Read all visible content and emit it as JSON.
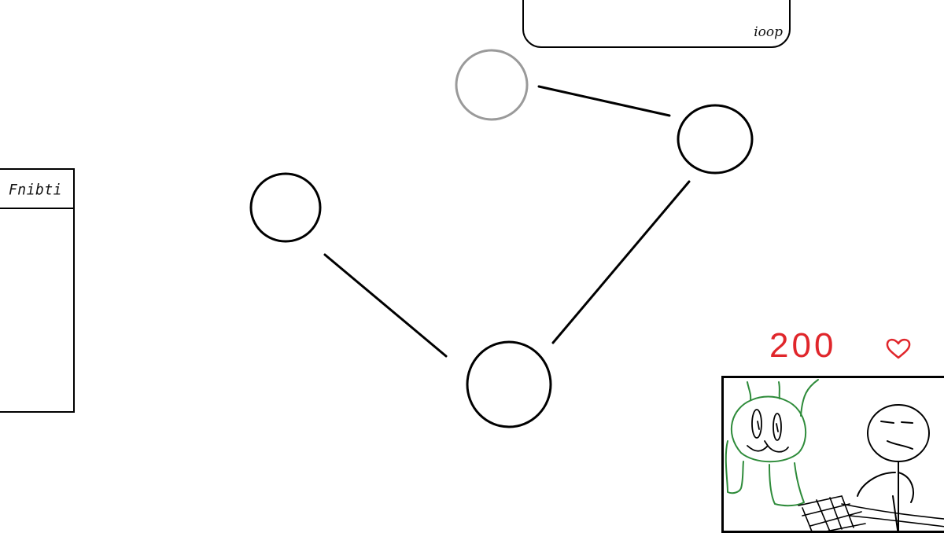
{
  "side_panel": {
    "title": "Fnibti"
  },
  "top_panel": {
    "label": "ioop"
  },
  "score": {
    "value": "200"
  },
  "icons": {
    "heart": "heart-icon"
  },
  "colors": {
    "score": "#e0262b",
    "inactive_node": "#9a9a9a",
    "creature": "#2e8b3a",
    "line": "#000000"
  },
  "graph": {
    "nodes": [
      {
        "id": "node-a",
        "state": "inactive"
      },
      {
        "id": "node-b",
        "state": "active"
      },
      {
        "id": "node-c",
        "state": "active"
      },
      {
        "id": "node-d",
        "state": "active"
      }
    ],
    "edges": [
      [
        "node-a",
        "node-b"
      ],
      [
        "node-b",
        "node-d"
      ],
      [
        "node-c",
        "node-d"
      ]
    ]
  }
}
